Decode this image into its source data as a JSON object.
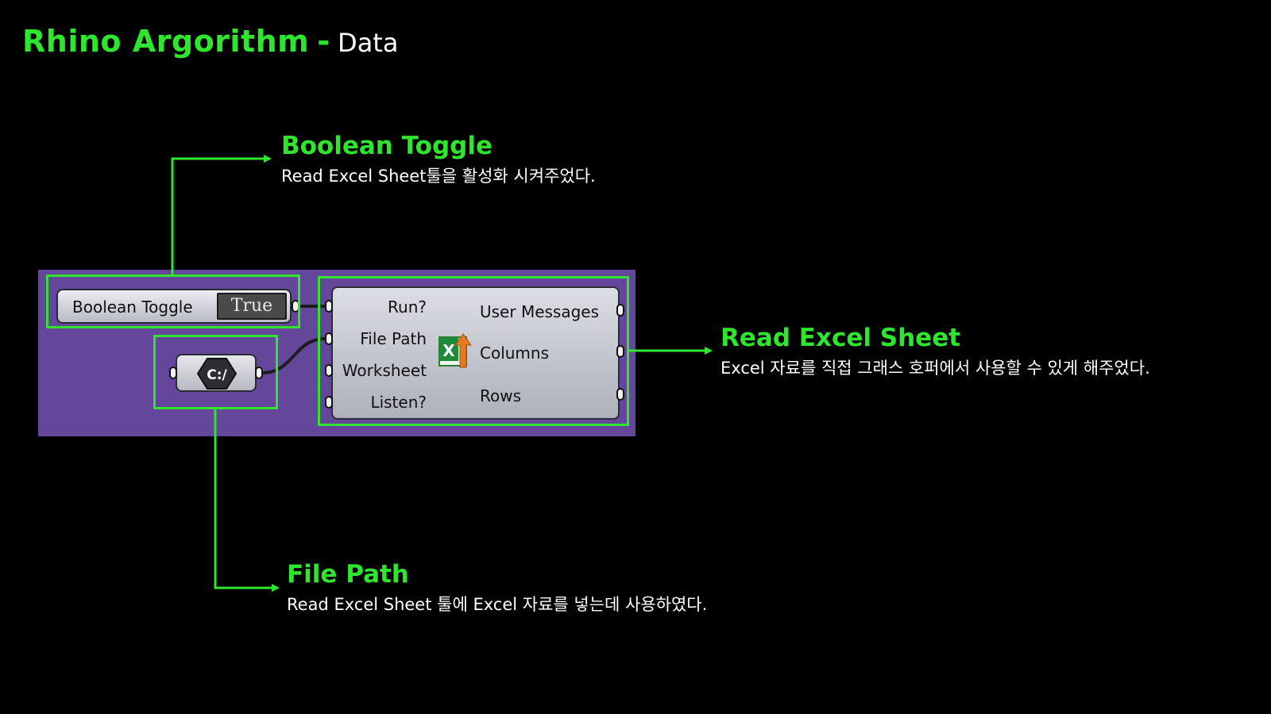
{
  "slide": {
    "title": "Rhino Argorithm",
    "title_sep": "-",
    "subtitle": "Data"
  },
  "annotations": {
    "boolean_toggle": {
      "title": "Boolean Toggle",
      "desc": "Read Excel Sheet툴을 활성화 시켜주었다."
    },
    "read_excel": {
      "title": "Read Excel Sheet",
      "desc": "Excel 자료를 직접 그래스 호퍼에서 사용할 수 있게 해주었다."
    },
    "file_path": {
      "title": "File Path",
      "desc": "Read Excel Sheet 툴에 Excel 자료를 넣는데 사용하였다."
    }
  },
  "grasshopper": {
    "toggle": {
      "label": "Boolean Toggle",
      "value": "True"
    },
    "filepath": {
      "icon_text": "C:/"
    },
    "read_excel": {
      "inputs": [
        "Run?",
        "File Path",
        "Worksheet",
        "Listen?"
      ],
      "outputs": [
        "User Messages",
        "Columns",
        "Rows"
      ],
      "icon": "excel-icon"
    }
  },
  "colors": {
    "accent": "#2ee62e",
    "canvas": "#64479a",
    "background": "#000000"
  }
}
